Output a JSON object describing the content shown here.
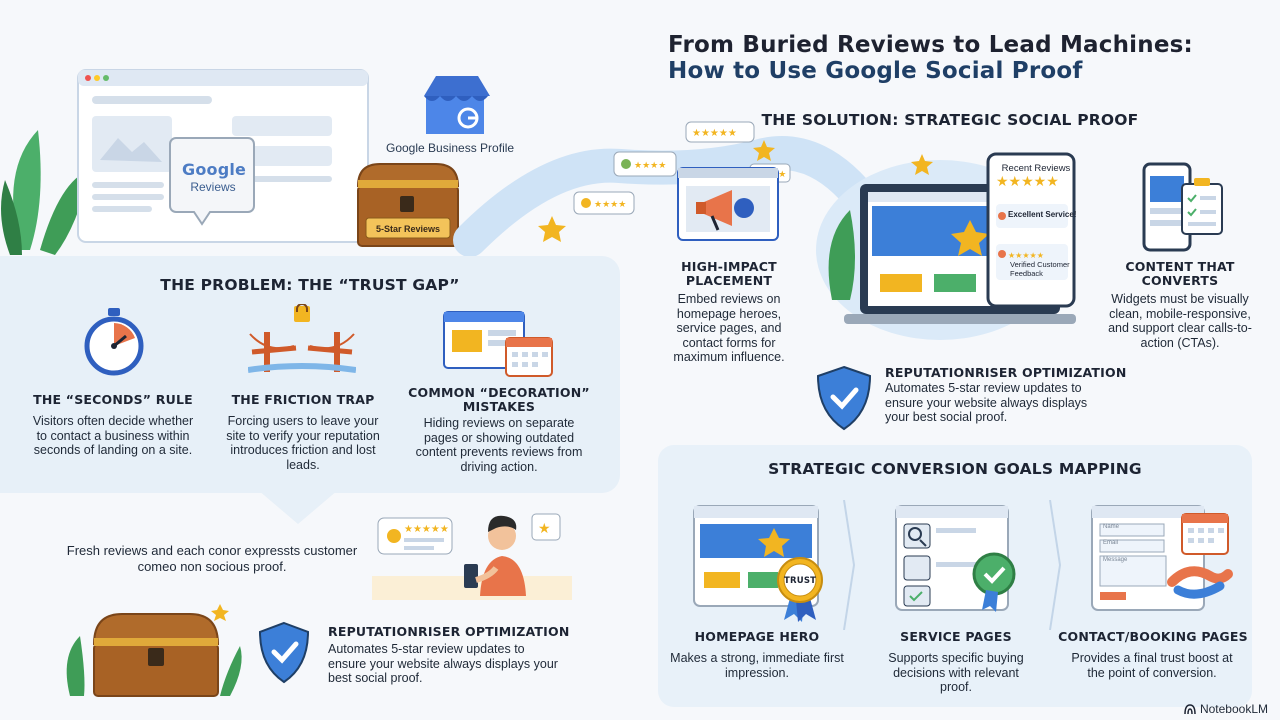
{
  "title": {
    "line1": "From Buried Reviews to Lead Machines:",
    "line2": "How to Use Google Social Proof"
  },
  "hero": {
    "google_logo": "Google",
    "reviews_label": "Reviews",
    "business_profile_label": "Google Business Profile",
    "chest_label": "5-Star Reviews"
  },
  "problem": {
    "heading": "THE PROBLEM: THE “TRUST GAP”",
    "items": [
      {
        "title": "THE “SECONDS” RULE",
        "text": "Visitors often decide whether to contact a business within seconds of landing on a site.",
        "icon": "stopwatch-icon"
      },
      {
        "title": "THE FRICTION TRAP",
        "text": "Forcing users to leave your site to verify your reputation introduces friction and lost leads.",
        "icon": "broken-bridge-icon"
      },
      {
        "title": "COMMON “DECORATION” MISTAKES",
        "text": "Hiding reviews on separate pages or showing outdated content prevents reviews from driving action.",
        "icon": "calendar-browser-icon"
      }
    ]
  },
  "fresh_reviews_text": "Fresh reviews and each conor expressts customer comeo non socious proof.",
  "bottom_optimization": {
    "title": "REPUTATIONRISER OPTIMIZATION",
    "text": "Automates 5-star review updates to ensure your website always displays your best social proof."
  },
  "solution": {
    "heading": "THE SOLUTION: STRATEGIC SOCIAL PROOF",
    "placement_title": "HIGH-IMPACT PLACEMENT",
    "placement_text": "Embed reviews on homepage heroes, service pages, and contact forms for maximum influence.",
    "recent_reviews_title": "Recent Reviews",
    "excellent_service": "Excellent Service!",
    "verified_feedback": "Verified Customer Feedback",
    "content_title": "CONTENT THAT CONVERTS",
    "content_text": "Widgets must be visually clean, mobile-responsive, and support clear calls-to-action (CTAs).",
    "optimization_title": "REPUTATIONRISER OPTIMIZATION",
    "optimization_text": "Automates 5-star review updates to ensure your website always displays your best social proof."
  },
  "goals": {
    "heading": "STRATEGIC CONVERSION GOALS MAPPING",
    "trust_badge": "TRUST",
    "items": [
      {
        "title": "HOMEPAGE HERO",
        "text": "Makes a strong, immediate first impression."
      },
      {
        "title": "SERVICE PAGES",
        "text": "Supports specific buying decisions with relevant proof."
      },
      {
        "title": "CONTACT/BOOKING PAGES",
        "text": "Provides a final trust boost at the point of conversion."
      }
    ],
    "form_fields": [
      "Name",
      "Email",
      "Message"
    ]
  },
  "footer": {
    "brand": "NotebookLM"
  },
  "colors": {
    "navy": "#1f3f66",
    "gold": "#f2b521",
    "blue": "#3c7fd8",
    "panel": "#e7f0f8",
    "plant_green": "#3f9d57",
    "orange": "#e8744a"
  }
}
